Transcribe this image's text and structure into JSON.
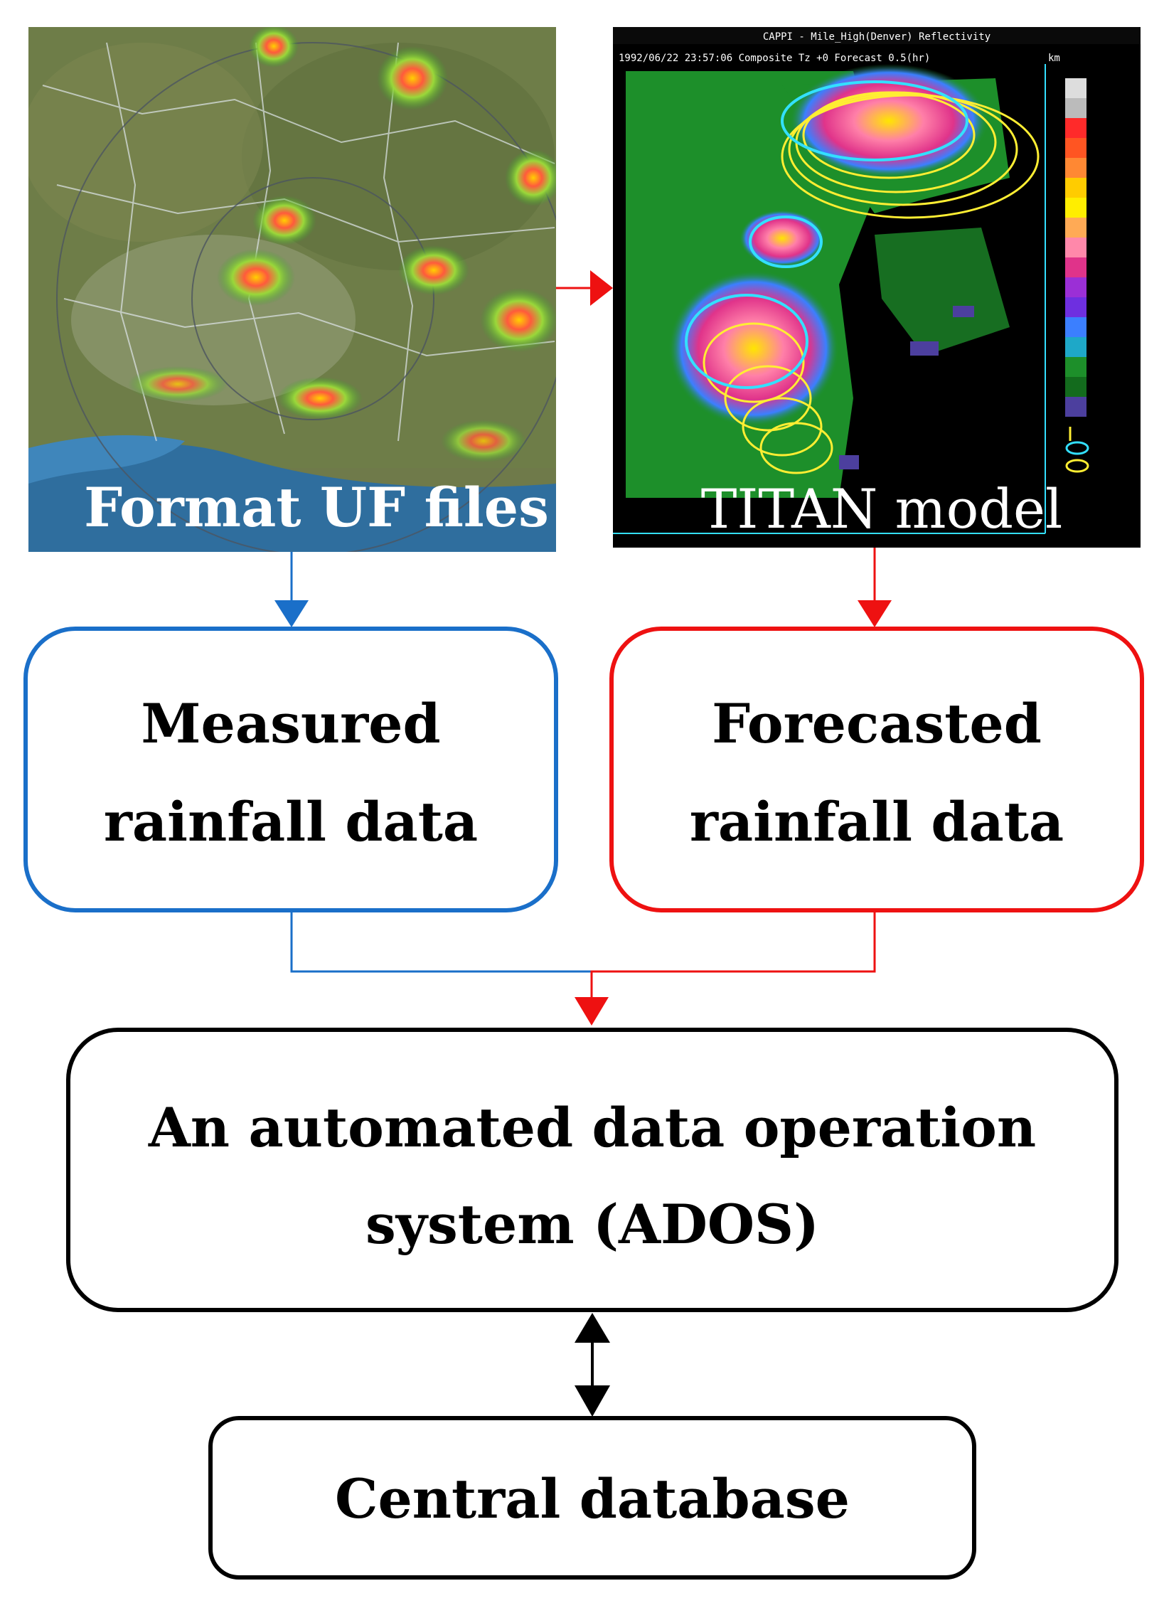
{
  "images": {
    "left": {
      "caption": "Format UF files",
      "icon": "radar-map-image"
    },
    "right": {
      "caption": "TITAN model",
      "header_line1": "CAPPI - Mile_High(Denver) Reflectivity",
      "header_line2": "1992/06/22 23:57:06  Composite Tz +0 Forecast 0.5(hr)",
      "unit_label": "km",
      "icon": "titan-forecast-image"
    }
  },
  "nodes": {
    "measured": {
      "line1": "Measured",
      "line2": "rainfall data",
      "border_color": "#1a6fc9"
    },
    "forecasted": {
      "line1": "Forecasted",
      "line2": "rainfall data",
      "border_color": "#ee1111"
    },
    "ados": {
      "line1": "An automated data operation",
      "line2": "system (ADOS)",
      "border_color": "#000000"
    },
    "database": {
      "label": "Central database",
      "border_color": "#000000"
    }
  },
  "colors": {
    "blue_arrow": "#1a6fc9",
    "red_arrow": "#ee1111",
    "black_arrow": "#000000"
  }
}
